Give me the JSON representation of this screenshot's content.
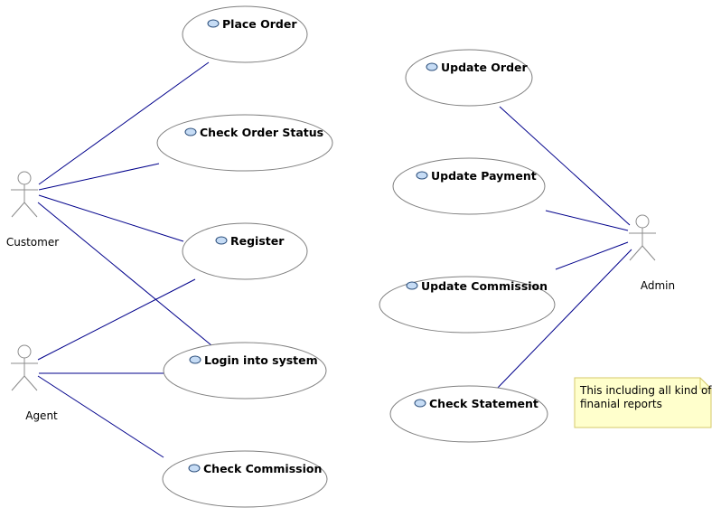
{
  "diagram": {
    "colors": {
      "association": "#00008b",
      "ellipse_stroke": "#7f7f7f",
      "actor_stroke": "#8c8c8c",
      "uc_icon_fill": "#c6dcf5",
      "uc_icon_stroke": "#2a4d7a",
      "note_fill": "#ffffcc",
      "note_stroke": "#d4c86a"
    },
    "actors": {
      "customer": "Customer",
      "agent": "Agent",
      "admin": "Admin"
    },
    "use_cases": {
      "place_order": "Place Order",
      "check_order_status": "Check Order Status",
      "register": "Register",
      "login": "Login into system",
      "check_commission": "Check Commission",
      "update_order": "Update Order",
      "update_payment": "Update Payment",
      "update_commission": "Update Commission",
      "check_statement": "Check Statement"
    },
    "note": {
      "line1": "This including all kind of",
      "line2": "finanial reports"
    }
  }
}
